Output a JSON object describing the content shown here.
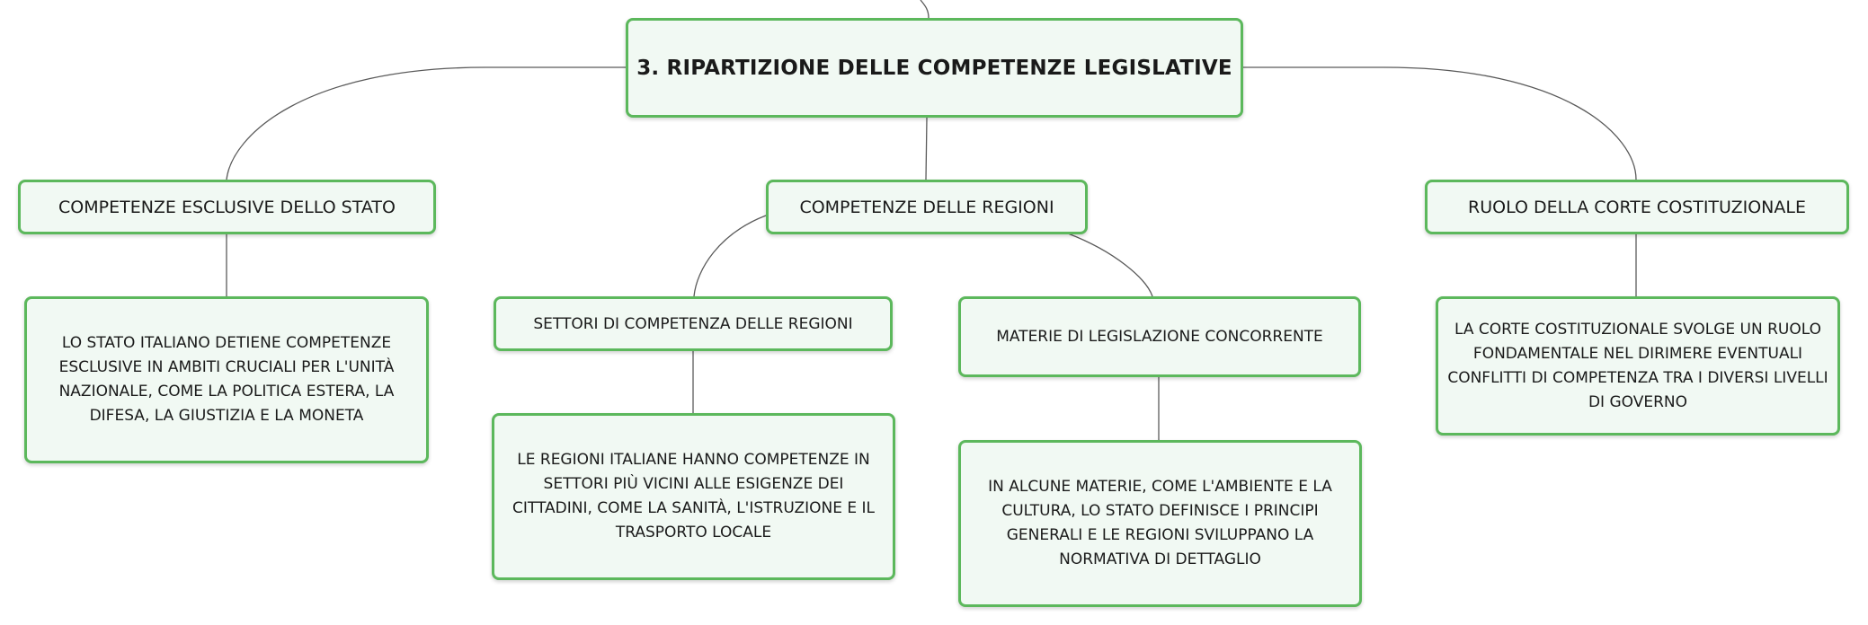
{
  "root": {
    "label": "3. RIPARTIZIONE DELLE COMPETENZE LEGISLATIVE"
  },
  "branches": [
    {
      "label": "COMPETENZE ESCLUSIVE DELLO STATO",
      "description": "LO STATO ITALIANO DETIENE COMPETENZE ESCLUSIVE IN AMBITI CRUCIALI PER L'UNITÀ NAZIONALE, COME LA POLITICA ESTERA, LA DIFESA, LA GIUSTIZIA E LA MONETA"
    },
    {
      "label": "COMPETENZE DELLE REGIONI",
      "children": [
        {
          "label": "SETTORI DI COMPETENZA DELLE REGIONI",
          "description": "LE REGIONI ITALIANE HANNO COMPETENZE IN SETTORI PIÙ VICINI ALLE ESIGENZE DEI CITTADINI, COME LA SANITÀ, L'ISTRUZIONE E IL TRASPORTO LOCALE"
        },
        {
          "label": "MATERIE DI LEGISLAZIONE CONCORRENTE",
          "description": "IN ALCUNE MATERIE, COME L'AMBIENTE E LA CULTURA, LO STATO DEFINISCE I PRINCIPI GENERALI E LE REGIONI SVILUPPANO LA NORMATIVA DI DETTAGLIO"
        }
      ]
    },
    {
      "label": "RUOLO DELLA CORTE COSTITUZIONALE",
      "description": "LA CORTE COSTITUZIONALE SVOLGE UN RUOLO FONDAMENTALE NEL DIRIMERE EVENTUALI CONFLITTI DI COMPETENZA TRA I DIVERSI LIVELLI DI GOVERNO"
    }
  ],
  "colors": {
    "node_border": "#5cb85c",
    "node_fill": "#f1f9f3",
    "connector": "#5a5a5a"
  }
}
